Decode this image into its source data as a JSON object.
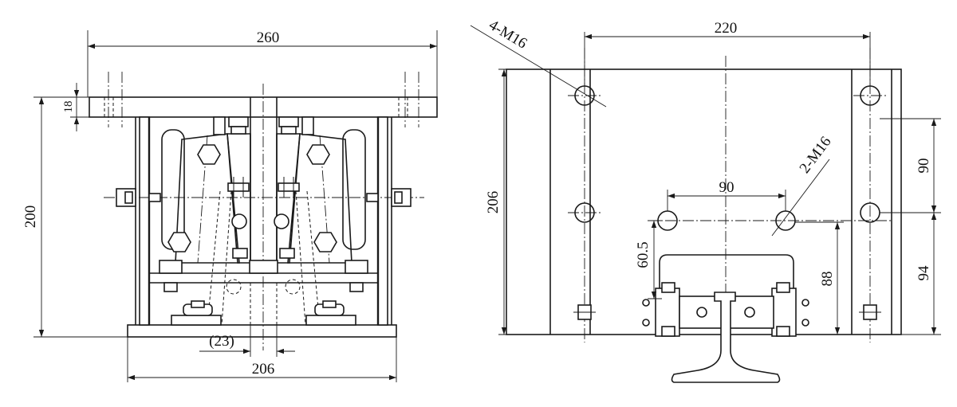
{
  "left_view": {
    "dim_top_width": "260",
    "dim_plate_thickness": "18",
    "dim_height": "200",
    "dim_base_width": "206",
    "dim_gap": "(23)"
  },
  "right_view": {
    "dim_top_width": "220",
    "label_holes_4": "4-M16",
    "label_holes_2": "2-M16",
    "dim_height": "206",
    "dim_inner_spacing": "90",
    "dim_vertical_spacing": "90",
    "dim_lower": "94",
    "dim_hole_height": "88",
    "dim_rail_offset": "60.5"
  },
  "colors": {
    "line": "#1a1a1a",
    "background": "#ffffff"
  }
}
